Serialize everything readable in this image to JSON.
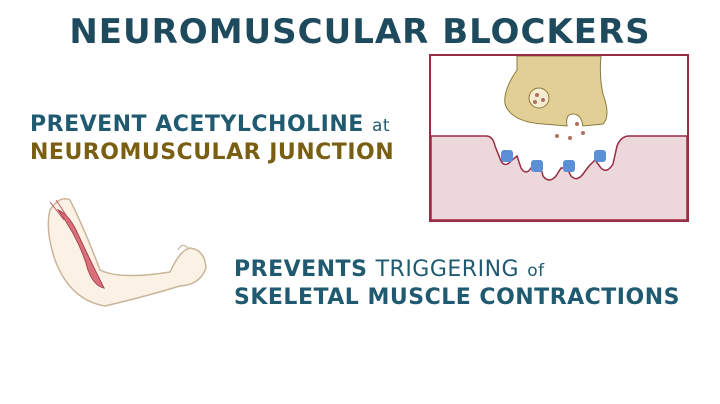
{
  "title": "NEUROMUSCULAR BLOCKERS",
  "point1": {
    "line1_main": "PREVENT ACETYLCHOLINE",
    "line1_suffix": "at",
    "line2": "NEUROMUSCULAR JUNCTION"
  },
  "point2": {
    "line1_main": "PREVENTS",
    "line1_mid": "TRIGGERING",
    "line1_suffix": "of",
    "line2": "SKELETAL MUSCLE CONTRACTIONS"
  },
  "colors": {
    "title": "#1d4a5c",
    "text_blue": "#1f5a70",
    "text_olive": "#7a5f12",
    "frame": "#9b2c45",
    "muscle_tissue": "#ecd7db",
    "nerve_terminal": "#e2cf95",
    "receptor": "#5b8fd6"
  },
  "icons": {
    "diagram": "neuromuscular-junction-diagram",
    "arm": "flexed-arm-muscle-illustration"
  }
}
